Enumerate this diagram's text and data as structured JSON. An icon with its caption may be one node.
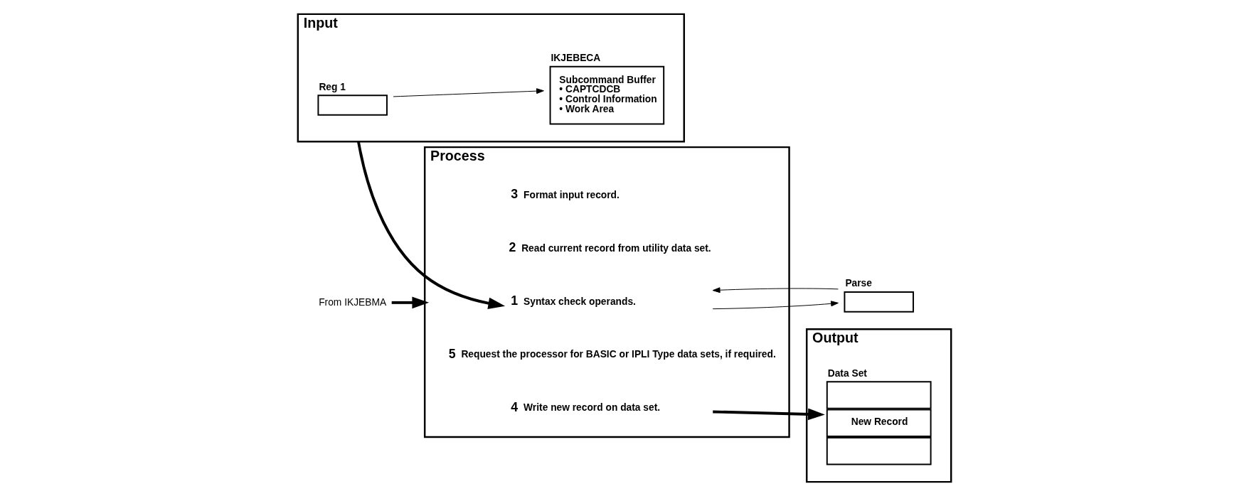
{
  "diagram": {
    "nodes": [
      {
        "text": [
          "Input"
        ]
      },
      {
        "text": [
          "Reg 1"
        ],
        "in": 0
      },
      {
        "text": [
          "IKJEBECA",
          "Subcommand Buffer",
          "• CAPTCDCB",
          "• Control Information",
          "• Work Area"
        ],
        "in": 0
      },
      {
        "text": [
          "From IKJEBMA"
        ]
      },
      {
        "text": [
          "Process"
        ]
      },
      {
        "text": [
          "1",
          "Syntax check operands."
        ],
        "in": 4
      },
      {
        "text": [
          "2",
          "Read current record from utility data set."
        ],
        "in": 4
      },
      {
        "text": [
          "3",
          "Format input record."
        ],
        "in": 4
      },
      {
        "text": [
          "4",
          "Write new record on data set."
        ],
        "in": 4
      },
      {
        "text": [
          "5",
          "Request the processor for BASIC or IPLI Type data sets, if required."
        ],
        "in": 4
      },
      {
        "text": [
          "Parse"
        ]
      },
      {
        "text": [
          "Output"
        ]
      },
      {
        "text": [
          "Data Set",
          "New Record"
        ],
        "in": 11
      }
    ],
    "edges": [
      {
        "from": 1,
        "to": 2,
        "arrow": "to"
      },
      {
        "from": 3,
        "to": 4,
        "arrow": "to",
        "style": "thick"
      },
      {
        "from": 0,
        "to": 5,
        "arrow": "to",
        "style": "thick"
      },
      {
        "from": 5,
        "to": 10,
        "arrow": "to"
      },
      {
        "from": 10,
        "to": 5,
        "arrow": "to"
      },
      {
        "from": 8,
        "to": 12,
        "arrow": "to",
        "style": "thick"
      }
    ]
  }
}
